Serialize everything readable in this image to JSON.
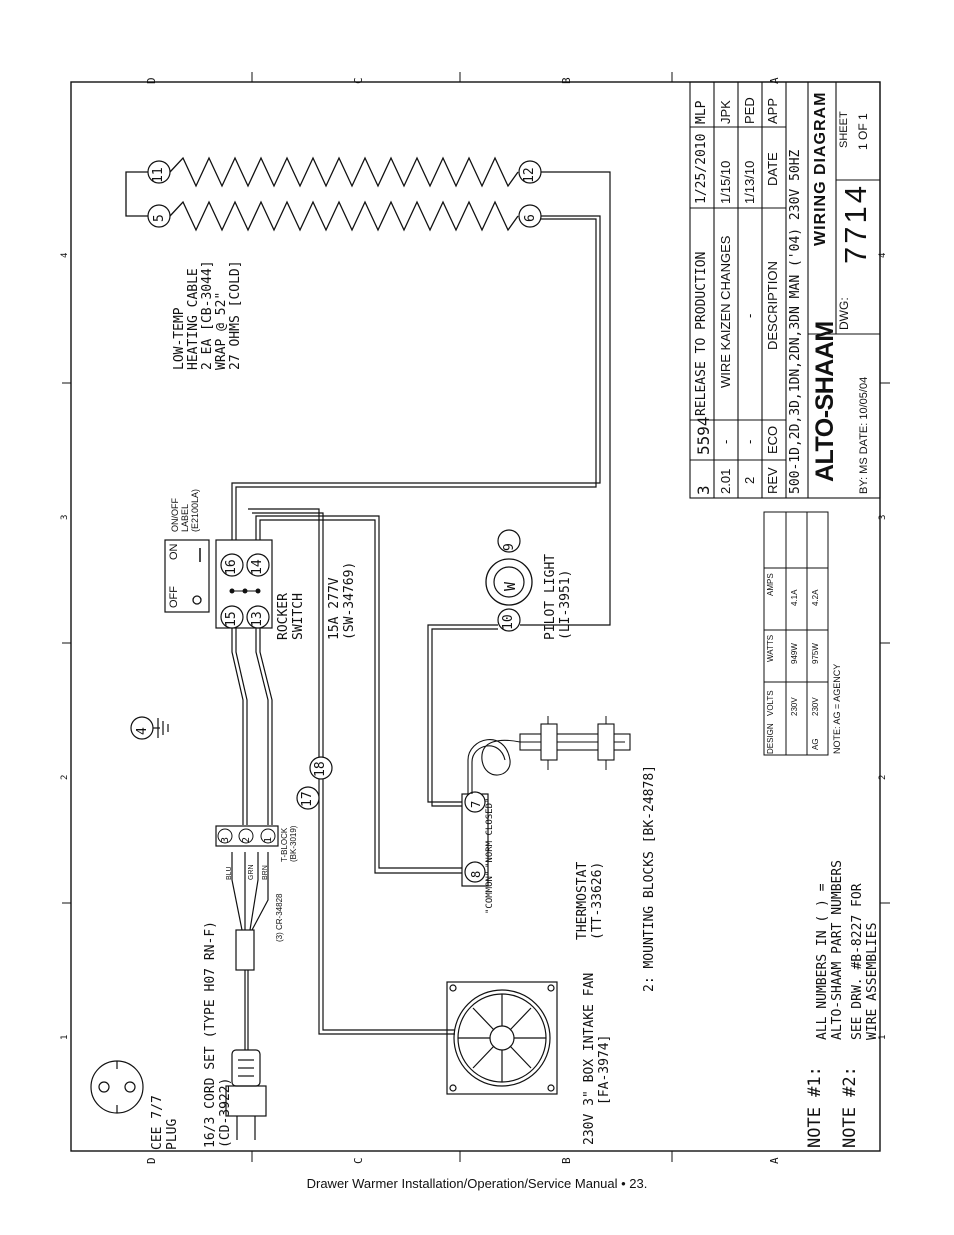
{
  "border_letters": {
    "d": "D",
    "c": "C",
    "b": "B",
    "a": "A"
  },
  "border_numbers": {
    "n1": "1",
    "n2": "2",
    "n3": "3",
    "n4": "4"
  },
  "heater": {
    "label_lines": [
      "LOW-TEMP",
      "HEATING CABLE",
      "2 EA [CB-3044]",
      "WRAP @ 52\"",
      "27 OHMS [COLD]"
    ],
    "terminals": {
      "t5": "5",
      "t11": "11",
      "t6": "6",
      "t12": "12"
    }
  },
  "switch": {
    "on_label": "ON",
    "off_label": "OFF",
    "label_lines": [
      "ON/OFF",
      "LABEL",
      "(E2100LA)"
    ],
    "terminals": {
      "t16": "16",
      "t14": "14",
      "t15": "15",
      "t13": "13"
    },
    "name_lines": [
      "ROCKER",
      "SWITCH"
    ],
    "spec_lines": [
      "15A 277V",
      "(SW-34769)"
    ]
  },
  "pilot_light": {
    "t10": "10",
    "t9": "9",
    "symbol": "W",
    "label_lines": [
      "PILOT LIGHT",
      "(LI-3951)"
    ]
  },
  "ground": {
    "t4": "4"
  },
  "wires": {
    "w17": "17",
    "w18": "18"
  },
  "thermostat": {
    "t7": "7",
    "t8": "8",
    "norm_closed": "\"NORM CLOSED\"",
    "common": "\"COMMON\"",
    "label_lines": [
      "THERMOSTAT",
      "(TT-33626)"
    ],
    "mounting": "2: MOUNTING BLOCKS [BK-24878]"
  },
  "tblock": {
    "positions": {
      "p3": "3",
      "p2": "2",
      "p1": "1"
    },
    "colors": {
      "blu": "BLU",
      "grn": "GRN",
      "brn": "BRN"
    },
    "label_lines": [
      "T-BLOCK",
      "(BK-3019)"
    ],
    "crimp": "(3) CR-34828"
  },
  "cord": {
    "label_lines": [
      "16/3 CORD SET (TYPE H07 RN-F)",
      "(CD-3922)"
    ]
  },
  "plug": {
    "label_lines": [
      "CEE 7/7",
      "PLUG"
    ]
  },
  "fan": {
    "label_lines": [
      "230V 3\" BOX INTAKE FAN",
      "[FA-3974]"
    ]
  },
  "notes": {
    "n1_tag": "NOTE #1:",
    "n1_lines": [
      "ALL NUMBERS IN ( ) =",
      "ALTO-SHAAM PART NUMBERS"
    ],
    "n2_tag": "NOTE #2:",
    "n2_lines": [
      "SEE DRW. #B-8227 FOR",
      "WIRE ASSEMBLIES"
    ]
  },
  "spec_table": {
    "headers": [
      "DESIGN",
      "VOLTS",
      "WATTS",
      "AMPS"
    ],
    "rows": [
      {
        "design": "",
        "volts": "230V",
        "watts": "949W",
        "amps": "4.1A"
      },
      {
        "design": "AG",
        "volts": "230V",
        "watts": "975W",
        "amps": "4.2A"
      }
    ],
    "note": "NOTE: AG = AGENCY"
  },
  "revisions": {
    "rows": [
      {
        "rev": "3",
        "eco": "5594",
        "description": "RELEASE TO PRODUCTION",
        "date": "1/25/2010",
        "app": "MLP"
      },
      {
        "rev": "2.01",
        "eco": "-",
        "description": "WIRE KAIZEN CHANGES",
        "date": "1/15/10",
        "app": "JPK"
      },
      {
        "rev": "2",
        "eco": "-",
        "description": "-",
        "date": "1/13/10",
        "app": "PED"
      }
    ],
    "headers": {
      "rev": "REV",
      "eco": "ECO",
      "description": "DESCRIPTION",
      "date": "DATE",
      "app": "APP"
    },
    "model_line": "500-1D,2D,3D,1DN,2DN,3DN MAN ('04) 230V 50HZ"
  },
  "title_block": {
    "brand": "ALTO-SHAAM",
    "title": "WIRING DIAGRAM",
    "by_line": "BY:  MS  DATE: 10/05/04",
    "dwg_label": "DWG:",
    "dwg_number": "7714",
    "sheet_label": "SHEET",
    "sheet_value": "1 OF 1"
  },
  "footer": "Drawer Warmer Installation/Operation/Service Manual • 23."
}
